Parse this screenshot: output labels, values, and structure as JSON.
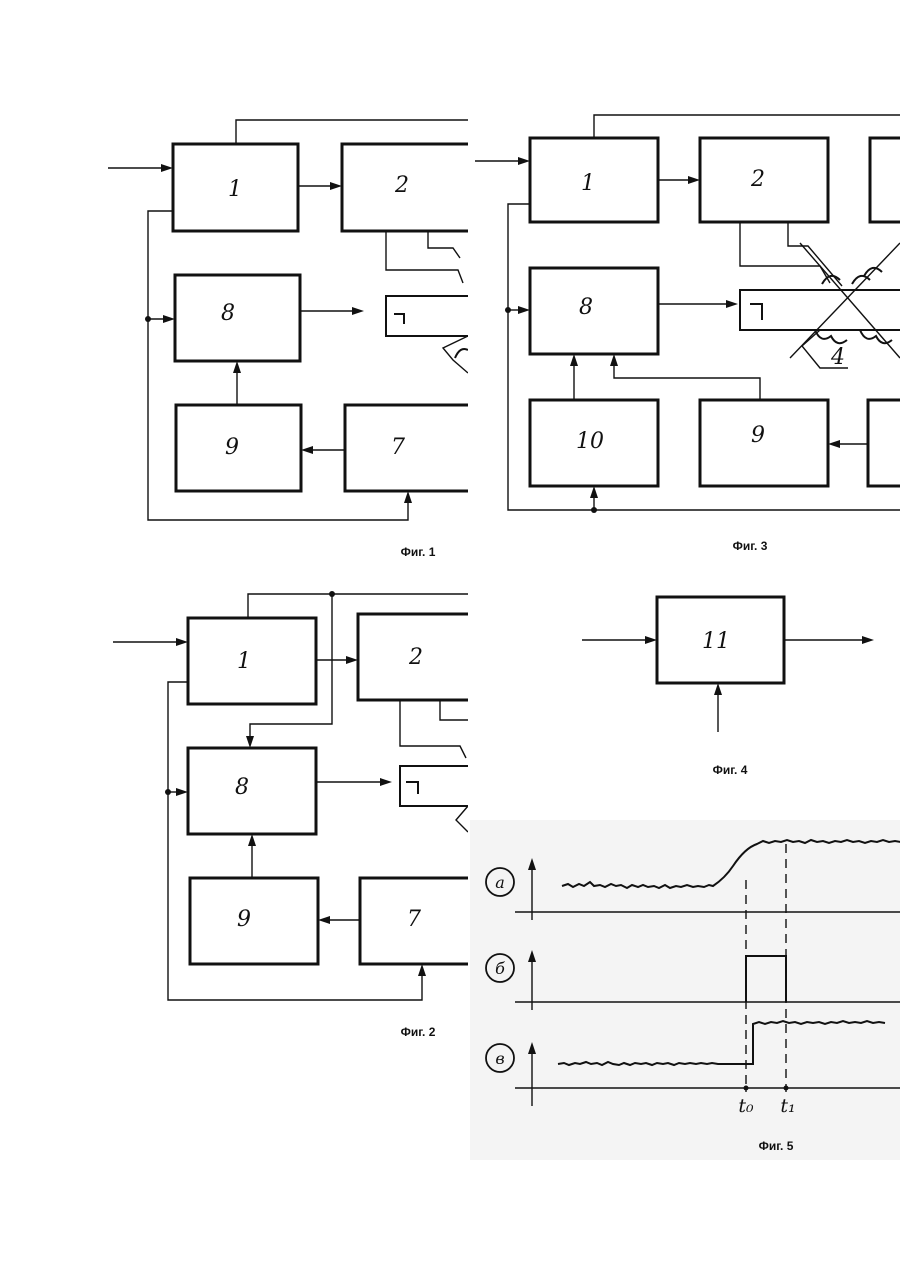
{
  "figures": {
    "fig1": {
      "caption": "Фиг. 1",
      "blocks": {
        "b1": "1",
        "b2": "2",
        "b8": "8",
        "b9": "9",
        "b7": "7"
      }
    },
    "fig2": {
      "caption": "Фиг. 2",
      "blocks": {
        "b1": "1",
        "b2": "2",
        "b8": "8",
        "b9": "9",
        "b7": "7"
      }
    },
    "fig3": {
      "caption": "Фиг. 3",
      "blocks": {
        "b1": "1",
        "b2": "2",
        "b8": "8",
        "b10": "10",
        "b9": "9"
      },
      "element_label": "4"
    },
    "fig4": {
      "caption": "Фиг. 4",
      "blocks": {
        "b11": "11"
      }
    },
    "fig5": {
      "caption": "Фиг. 5",
      "traces": [
        "а",
        "б",
        "в"
      ],
      "time_marks": [
        "t₀",
        "t₁"
      ]
    }
  }
}
